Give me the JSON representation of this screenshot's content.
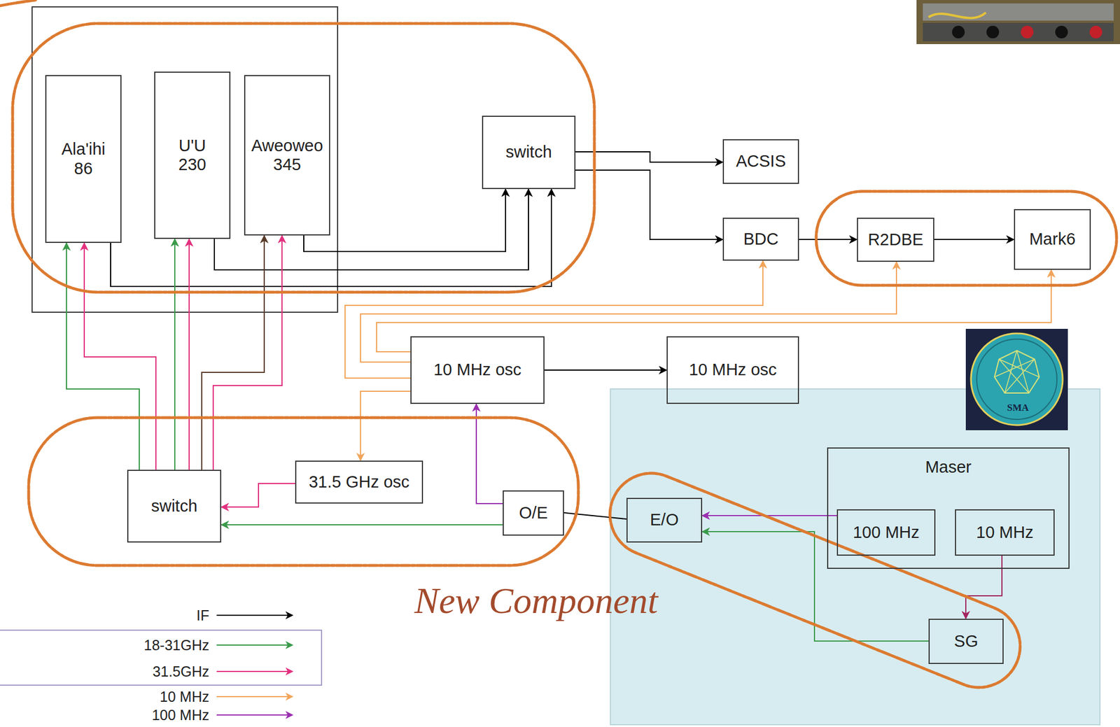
{
  "diagram": {
    "nodes": [
      {
        "text": [
          "Ala'ihi",
          "86"
        ]
      },
      {
        "text": [
          "U'U",
          "230"
        ]
      },
      {
        "text": [
          "Aweoweo",
          "345"
        ]
      },
      {
        "text": [
          "switch"
        ]
      },
      {
        "text": [
          "ACSIS"
        ]
      },
      {
        "text": [
          "BDC"
        ]
      },
      {
        "text": [
          "R2DBE"
        ]
      },
      {
        "text": [
          "Mark6"
        ]
      },
      {
        "text": [
          "10 MHz osc"
        ]
      },
      {
        "text": [
          "10 MHz osc"
        ]
      },
      {
        "text": [
          "Maser"
        ]
      },
      {
        "text": [
          "100 MHz"
        ],
        "in": 10
      },
      {
        "text": [
          "10 MHz"
        ],
        "in": 10
      },
      {
        "text": [
          "switch"
        ]
      },
      {
        "text": [
          "31.5 GHz osc"
        ]
      },
      {
        "text": [
          "O/E"
        ]
      },
      {
        "text": [
          "E/O"
        ]
      },
      {
        "text": [
          "SG"
        ]
      }
    ],
    "edges": [
      {
        "from": 0,
        "to": 3,
        "arrow": "to"
      },
      {
        "from": 1,
        "to": 3,
        "arrow": "to"
      },
      {
        "from": 2,
        "to": 3,
        "arrow": "to"
      },
      {
        "from": 3,
        "to": 4,
        "arrow": "to"
      },
      {
        "from": 3,
        "to": 5,
        "arrow": "to"
      },
      {
        "from": 5,
        "to": 6,
        "arrow": "to"
      },
      {
        "from": 6,
        "to": 7,
        "arrow": "to"
      },
      {
        "from": 8,
        "to": 9,
        "arrow": "to"
      },
      {
        "from": 8,
        "to": 5,
        "arrow": "to"
      },
      {
        "from": 8,
        "to": 6,
        "arrow": "to"
      },
      {
        "from": 8,
        "to": 7,
        "arrow": "to"
      },
      {
        "from": 8,
        "to": 14,
        "arrow": "to"
      },
      {
        "from": 13,
        "to": 0,
        "arrow": "to"
      },
      {
        "from": 13,
        "to": 0,
        "arrow": "to"
      },
      {
        "from": 13,
        "to": 1,
        "arrow": "to"
      },
      {
        "from": 13,
        "to": 1,
        "arrow": "to"
      },
      {
        "from": 13,
        "to": 2,
        "arrow": "to"
      },
      {
        "from": 13,
        "to": 2,
        "arrow": "to"
      },
      {
        "from": 14,
        "to": 13,
        "arrow": "to"
      },
      {
        "from": 15,
        "to": 13,
        "arrow": "to"
      },
      {
        "from": 15,
        "to": 8,
        "arrow": "to"
      },
      {
        "from": 15,
        "to": 16,
        "arrow": "none"
      },
      {
        "from": 11,
        "to": 16,
        "arrow": "to"
      },
      {
        "from": 17,
        "to": 16,
        "arrow": "to"
      },
      {
        "from": 12,
        "to": 17,
        "arrow": "to"
      }
    ],
    "labels": [
      "New Component",
      "SMA"
    ],
    "legend": [
      {
        "text": "IF",
        "color": "#000000"
      },
      {
        "text": "18-31GHz",
        "color": "#3a9a4a"
      },
      {
        "text": "31.5GHz",
        "color": "#e2307e"
      },
      {
        "text": "10 MHz",
        "color": "#f2a45a"
      },
      {
        "text": "100 MHz",
        "color": "#9a2fb0"
      }
    ]
  }
}
